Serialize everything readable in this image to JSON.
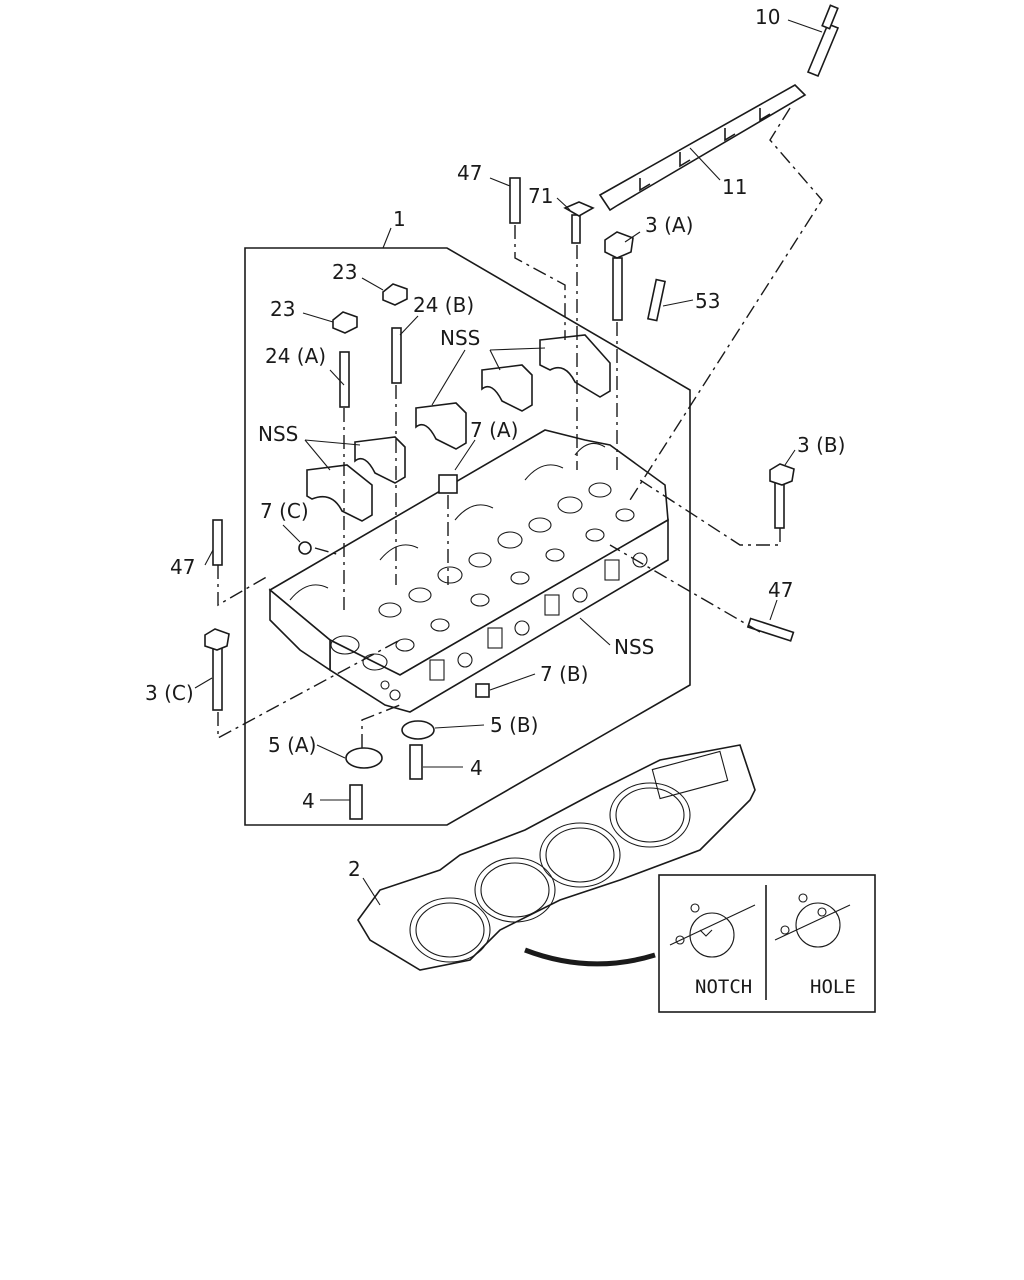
{
  "callouts": {
    "c10": "10",
    "c11": "11",
    "c47_top": "47",
    "c71": "71",
    "c3a": "3 (A)",
    "c53": "53",
    "c1": "1",
    "c23_top": "23",
    "c23_mid": "23",
    "c24b": "24 (B)",
    "c24a": "24 (A)",
    "nss_top": "NSS",
    "nss_left": "NSS",
    "c7a": "7 (A)",
    "c3b": "3 (B)",
    "c7c": "7 (C)",
    "c47_left": "47",
    "c47_right": "47",
    "nss_right": "NSS",
    "c7b": "7 (B)",
    "c3c": "3 (C)",
    "c5a": "5 (A)",
    "c5b": "5 (B)",
    "c4_right": "4",
    "c4_left": "4",
    "c2": "2"
  },
  "detail": {
    "notch_label": "NOTCH",
    "hole_label": "HOLE"
  }
}
